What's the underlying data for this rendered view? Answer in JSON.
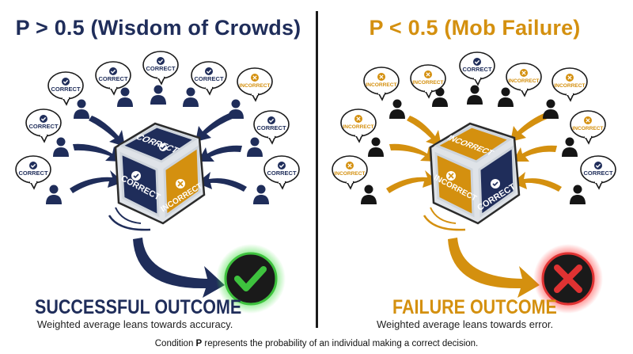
{
  "left": {
    "title": "P > 0.5 (Wisdom of Crowds)",
    "outcome": "SUCCESSFUL OUTCOME",
    "subtitle": "Weighted average leans towards accuracy.",
    "color": "#1f2d5a"
  },
  "right": {
    "title": "P < 0.5 (Mob Failure)",
    "outcome": "FAILURE OUTCOME",
    "subtitle": "Weighted average leans towards error.",
    "color": "#d4900f"
  },
  "labels": {
    "correct": "CORRECT",
    "incorrect": "INCORRECT"
  },
  "footer": {
    "before": "Condition ",
    "symbol": "P",
    "after": " represents the probability of an individual making a correct decision."
  },
  "colors": {
    "navy": "#1f2d5a",
    "gold": "#d4900f",
    "green": "#3ec23e",
    "red": "#e03232"
  }
}
